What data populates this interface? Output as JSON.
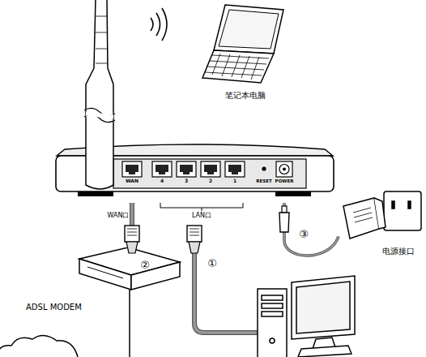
{
  "diagram": {
    "nodes": [
      {
        "text": [
          "笔记本电脑"
        ]
      },
      {
        "text": [
          "WAN",
          "4",
          "3",
          "2",
          "1",
          "RESET",
          "POWER"
        ]
      },
      {
        "text": [
          "ADSL MODEM"
        ]
      },
      {
        "text": [
          "电源接口"
        ]
      }
    ],
    "edges": [
      {
        "from": 1,
        "to": 2,
        "arrow": "none",
        "label": "②"
      },
      {
        "from": 1,
        "to": 3,
        "arrow": "none",
        "label": "③"
      }
    ],
    "labels": [
      "WAN口",
      "LAN口",
      "①"
    ]
  }
}
